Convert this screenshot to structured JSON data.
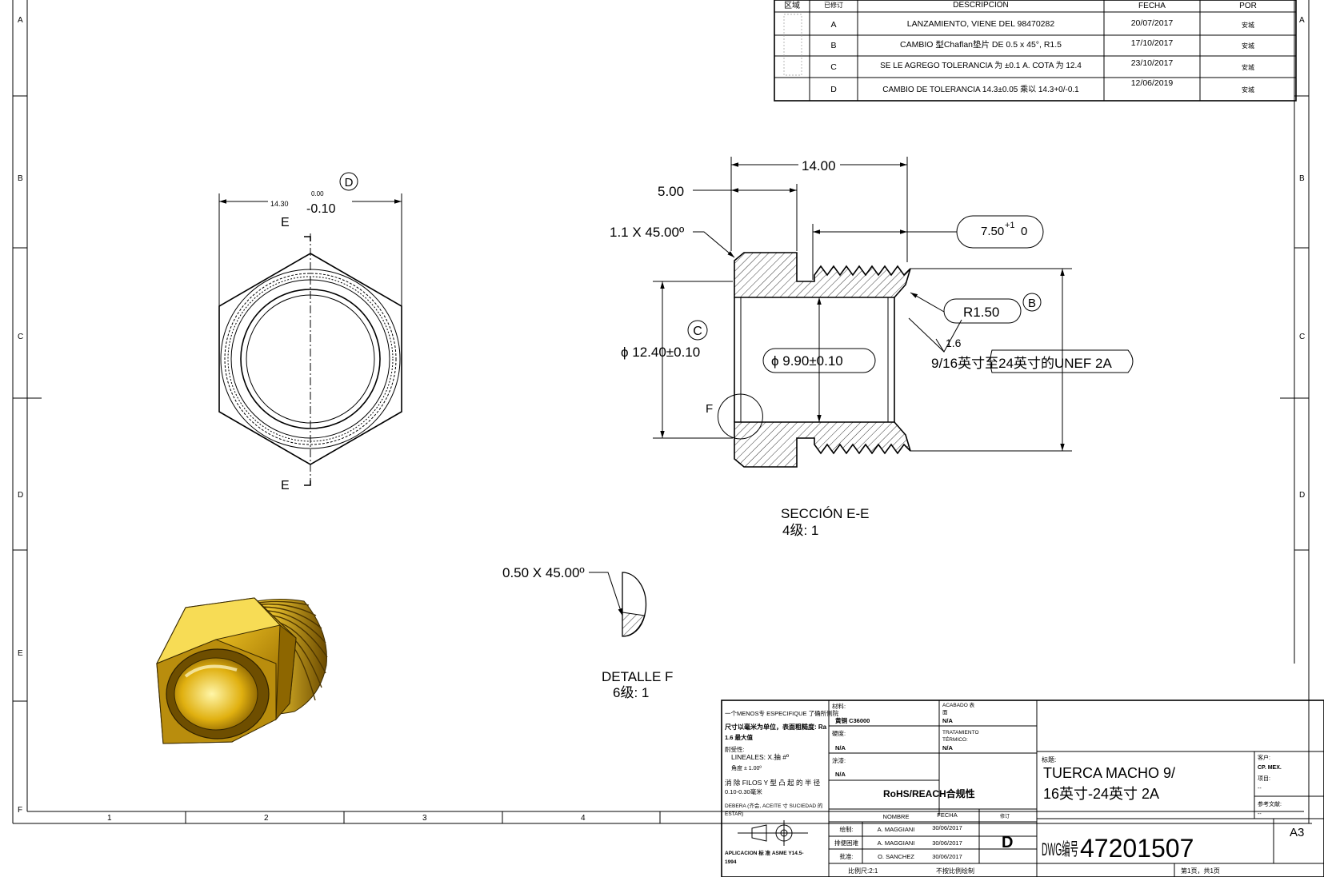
{
  "frame": {
    "zones_vertical": [
      "A",
      "B",
      "C",
      "D",
      "E",
      "F"
    ],
    "zones_horizontal": [
      "1",
      "2",
      "3",
      "4"
    ]
  },
  "revision_table": {
    "headers": {
      "zone": "区域",
      "rev": "已修订",
      "desc": "DESCRIPCION",
      "date": "FECHA",
      "by": "POR"
    },
    "rows": [
      {
        "rev": "A",
        "desc": "LANZAMIENTO,  VIENE  DEL 98470282",
        "date": "20/07/2017",
        "by": "安城"
      },
      {
        "rev": "B",
        "desc": "CAMBIO 型Chaflan垫片  DE 0.5 x 45°,   R1.5",
        "date": "17/10/2017",
        "by": "安城"
      },
      {
        "rev": "C",
        "desc": "SE LE AGREGO TOLERANCIA 为 ±0.1 A.   COTA 为 12.4",
        "date": "23/10/2017",
        "by": "安城"
      },
      {
        "rev": "D",
        "desc": "CAMBIO DE TOLERANCIA 14.3±0.05 乘以 14.3+0/-0.1",
        "date": "12/06/2019",
        "by": "安城"
      }
    ]
  },
  "front_view": {
    "width_nominal": "14.30",
    "tol_upper": "0.00",
    "tol_lower": "-0.10",
    "rev_bubble": "D",
    "section_label_top": "E",
    "section_label_bottom": "E"
  },
  "section_view": {
    "overall_length": "14.00",
    "flange_length": "5.00",
    "chamfer": "1.1 X 45.00º",
    "thread_length": "7.50",
    "thread_length_tol_upper": "+1",
    "thread_length_tol_lower": "0",
    "radius": "R1.50",
    "radius_bubble": "B",
    "outer_diameter": "ϕ 12.40±0.10",
    "outer_bubble": "C",
    "inner_diameter": "ϕ 9.90±0.10",
    "roughness": "1.6",
    "thread_spec": "9/16英寸至24英寸的UNEF 2A",
    "detail_marker": "F",
    "title": "SECCIÓN E-E",
    "scale": "4级:  1"
  },
  "detail_view": {
    "chamfer": "0.50 X 45.00º",
    "title": "DETALLE F",
    "scale": "6级:  1"
  },
  "title_block": {
    "unless_noted": "一个MENOS专 ESPECIFIQUE 了确所侧院",
    "units_line": "尺寸以毫米为单位，表面粗糙度: Ra",
    "units_line2": "1.6 最大值",
    "tol_heading": "耐受性:",
    "tol_linear": "LINEALES:  X.抽 #º",
    "tol_angular": "角度  ±         1.00º",
    "burr_note1": "消  除  FILOS Y 型 凸 起 的 半 径",
    "burr_note2": "0.10-0.30毫米",
    "oil_note1": "DEBERA  (齐会,  ACEITE 寸 SUCIEDAD 的",
    "oil_note2": "ESTAR)",
    "application": "APLICACION  标 准    ASME  Y14.5-",
    "application2": "1994",
    "material_label": "材料:",
    "material_value": "黄铜 C36000",
    "hardness_label": "硬度:",
    "hardness_value": "N/A",
    "coating_label": "涂漆:",
    "coating_value": "N/A",
    "finish_label": "ACABADO 表",
    "finish_label2": "面",
    "finish_value": "N/A",
    "heat_label": "TRATAMIENTO",
    "heat_label2": "TÉRMICO:",
    "heat_value": "N/A",
    "rohs": "RoHS/REACH合规性",
    "name_header": "NOMBRE",
    "date_header": "FECHA",
    "rev_header": "修订",
    "drawn_label": "绘制:",
    "drawn_name": "A. MAGGIANI",
    "drawn_date": "30/06/2017",
    "checked_label": "排便困难",
    "checked_name": "A. MAGGIANI",
    "checked_date": "30/06/2017",
    "approved_label": "批准:",
    "approved_name": "O. SANCHEZ",
    "approved_date": "30/06/2017",
    "revision": "D",
    "scale_label": "比例尺:2:1",
    "no_scale": "不按比例绘制",
    "title_label": "标题:",
    "title_line1": "TUERCA  MACHO  9/",
    "title_line2": "16英寸-24英寸 2A",
    "client_label": "客户:",
    "client_value": "CP. MEX.",
    "project_label": "项目:",
    "project_value": "--",
    "ref_label": "参考文献:",
    "ref_value": "--",
    "dwg_prefix": "DWG编号",
    "dwg_number": "47201507",
    "size": "A3",
    "sheet": "第1页，共1页"
  }
}
